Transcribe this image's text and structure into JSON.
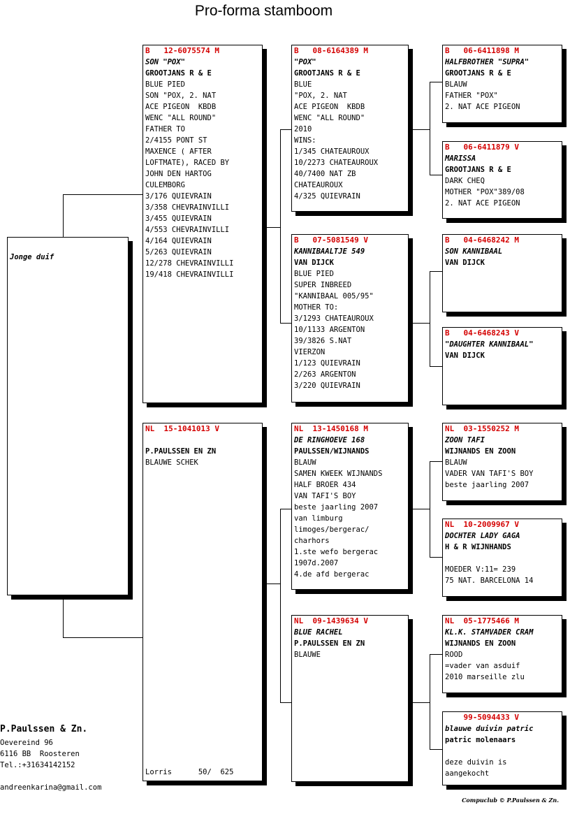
{
  "title": "Pro-forma stamboom",
  "subject": {
    "label": "Jonge duif"
  },
  "pigeons": {
    "sire": {
      "header": "B   12-6075574 M",
      "name": "SON \"POX\"",
      "owner": "GROOTJANS R & E",
      "lines": [
        "BLUE PIED",
        "SON \"POX, 2. NAT",
        "ACE PIGEON  KBDB",
        "WENC \"ALL ROUND\"",
        "FATHER TO",
        "2/4155 PONT ST",
        "MAXENCE ( AFTER",
        "LOFTMATE), RACED BY",
        "JOHN DEN HARTOG",
        "CULEMBORG",
        "3/176 QUIEVRAIN",
        "3/358 CHEVRAINVILLI",
        "3/455 QUIEVRAIN",
        "4/553 CHEVRAINVILLI",
        "4/164 QUIEVRAIN",
        "5/263 QUIEVRAIN",
        "12/278 CHEVRAINVILLI",
        "19/418 CHEVRAINVILLI"
      ]
    },
    "dam": {
      "header": "NL  15-1041013 V",
      "owner": "P.PAULSSEN EN ZN",
      "lines": [
        "BLAUWE SCHEK"
      ],
      "race": "Lorris      50/  625"
    },
    "ss": {
      "header": "B   08-6164389 M",
      "name": "\"POX\"",
      "owner": "GROOTJANS R & E",
      "lines": [
        "BLUE",
        "\"POX, 2. NAT",
        "ACE PIGEON  KBDB",
        "WENC \"ALL ROUND\"",
        "2010",
        "WINS:",
        "1/345 CHATEAUROUX",
        "10/2273 CHATEAUROUX",
        "40/7400 NAT ZB",
        "CHATEAUROUX",
        "4/325 QUIEVRAIN"
      ]
    },
    "sd": {
      "header": "B   07-5081549 V",
      "name": "KANNIBAALTJE 549",
      "owner": "VAN DIJCK",
      "lines": [
        "BLUE PIED",
        "SUPER INBREED",
        "\"KANNIBAAL 005/95\"",
        "MOTHER TO:",
        "3/1293 CHATEAUROUX",
        "10/1133 ARGENTON",
        "39/3826 S.NAT",
        "VIERZON",
        "1/123 QUIEVRAIN",
        "2/263 ARGENTON",
        "3/220 QUIEVRAIN"
      ]
    },
    "ds": {
      "header": "NL  13-1450168 M",
      "name": "DE RINGHOEVE 168",
      "owner": "PAULSSEN/WIJNANDS",
      "lines": [
        "BLAUW",
        "SAMEN KWEEK WIJNANDS",
        "HALF BROER 434",
        "VAN TAFI'S BOY",
        "beste jaarling 2007",
        "van limburg",
        "limoges/bergerac/",
        "charhors",
        "1.ste wefo bergerac",
        "1907d.2007",
        "4.de afd bergerac"
      ]
    },
    "dd": {
      "header": "NL  09-1439634 V",
      "name": "BLUE RACHEL",
      "owner": "P.PAULSSEN EN ZN",
      "lines": [
        "BLAUWE"
      ]
    },
    "sss": {
      "header": "B   06-6411898 M",
      "name": "HALFBROTHER \"SUPRA\"",
      "owner": "GROOTJANS R & E",
      "lines": [
        "BLAUW",
        "FATHER \"POX\"",
        "2. NAT ACE PIGEON"
      ]
    },
    "ssd": {
      "header": "B   06-6411879 V",
      "name": "MARISSA",
      "owner": "GROOTJANS R & E",
      "lines": [
        "DARK CHEQ",
        "MOTHER \"POX\"389/08",
        "2. NAT ACE PIGEON"
      ]
    },
    "sds": {
      "header": "B   04-6468242 M",
      "name": "SON KANNIBAAL",
      "owner": "VAN DIJCK",
      "lines": []
    },
    "sdd": {
      "header": "B   04-6468243 V",
      "name": "\"DAUGHTER KANNIBAAL\"",
      "owner": "VAN DIJCK",
      "lines": []
    },
    "dss": {
      "header": "NL  03-1550252 M",
      "name": "ZOON TAFI",
      "owner": "WIJNANDS EN ZOON",
      "lines": [
        "BLAUW",
        "VADER VAN TAFI'S BOY",
        "beste jaarling 2007"
      ]
    },
    "dsd": {
      "header": "NL  10-2009967 V",
      "name": "DOCHTER LADY GAGA",
      "owner": "H & R WIJNHANDS",
      "lines": [
        "",
        "MOEDER V:11= 239",
        "75 NAT. BARCELONA 14"
      ]
    },
    "dds": {
      "header": "NL  05-1775466 M",
      "name": "KL.K. STAMVADER CRAM",
      "owner": "WIJNANDS EN ZOON",
      "lines": [
        "ROOD",
        "=vader van asduif",
        "2010 marseille zlu"
      ]
    },
    "ddd": {
      "header": "    99-5094433 V",
      "name": "blauwe duivin patric",
      "owner": "patric molenaars",
      "lines": [
        "",
        "deze duivin is",
        "aangekocht"
      ]
    }
  },
  "breeder": {
    "name": "P.Paulssen & Zn.",
    "address1": "Oevereind 96",
    "address2": "6116 BB  Roosteren",
    "phone": "Tel.:+31634142152",
    "email": "andreenkarina@gmail.com"
  },
  "footer": "Compuclub © P.Paulssen & Zn."
}
